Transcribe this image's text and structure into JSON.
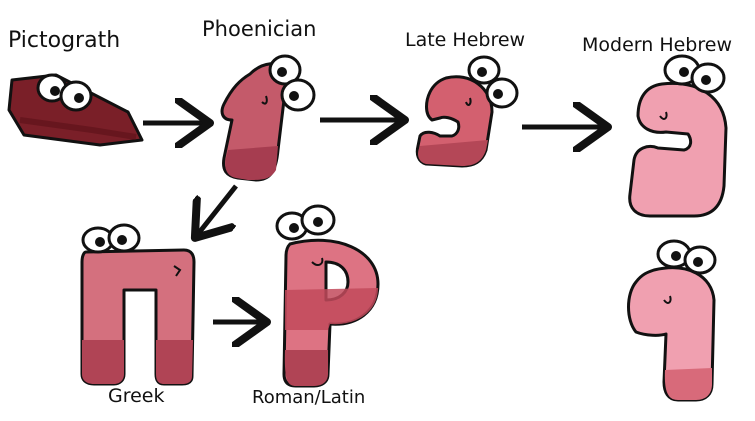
{
  "labels": {
    "pictograph": "Pictograth",
    "phoenician": "Phoenician",
    "late_hebrew": "Late Hebrew",
    "modern_hebrew": "Modern Hebrew",
    "greek": "Greek",
    "roman_latin": "Roman/Latin"
  },
  "colors": {
    "outline": "#111111",
    "pictograph_fill": "#7a1f28",
    "phoenician_fill": "#c45a6a",
    "late_hebrew_fill": "#d3606f",
    "modern_hebrew_fill": "#f0a0b0",
    "greek_fill": "#d4707e",
    "roman_fill": "#dd7383",
    "shade_dark": "#b04455",
    "eye_white": "#ffffff",
    "pupil": "#111111"
  },
  "icons": [
    "letter-character",
    "arrow-right",
    "arrow-down-left"
  ]
}
